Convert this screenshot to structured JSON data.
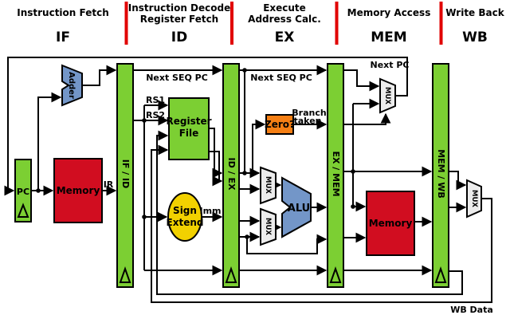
{
  "colors": {
    "background": "#ffffff",
    "green": "#7CCF33",
    "red": "#D10D20",
    "blue": "#7396C8",
    "yellow": "#F2D100",
    "orange": "#F57F14",
    "mux_gray": "#ECECEC",
    "divider": "#E10000",
    "wire": "#000000"
  },
  "header": {
    "stages": [
      {
        "name_line1": "Instruction Fetch",
        "name_line2": "",
        "abbr": "IF"
      },
      {
        "name_line1": "Instruction Decode",
        "name_line2": "Register Fetch",
        "abbr": "ID"
      },
      {
        "name_line1": "Execute",
        "name_line2": "Address Calc.",
        "abbr": "EX"
      },
      {
        "name_line1": "Memory Access",
        "name_line2": "",
        "abbr": "MEM"
      },
      {
        "name_line1": "Write Back",
        "name_line2": "",
        "abbr": "WB"
      }
    ]
  },
  "pipeline_registers": [
    "IF / ID",
    "ID / EX",
    "EX / MEM",
    "MEM / WB"
  ],
  "blocks": {
    "pc": "PC",
    "instruction_memory": "Memory",
    "adder": "Adder",
    "regfile_line1": "Register",
    "regfile_line2": "File",
    "signext_line1": "Sign",
    "signext_line2": "Extend",
    "zero": "Zero?",
    "alu": "ALU",
    "mux": "MUX",
    "data_memory": "Memory"
  },
  "wire_labels": {
    "next_seq_pc_1": "Next SEQ PC",
    "next_seq_pc_2": "Next SEQ PC",
    "next_pc": "Next PC",
    "ir": "IR",
    "rs1": "RS1",
    "rs2": "RS2",
    "imm": "Imm",
    "branch_line1": "Branch",
    "branch_line2": "taken",
    "wb_data": "WB Data"
  }
}
